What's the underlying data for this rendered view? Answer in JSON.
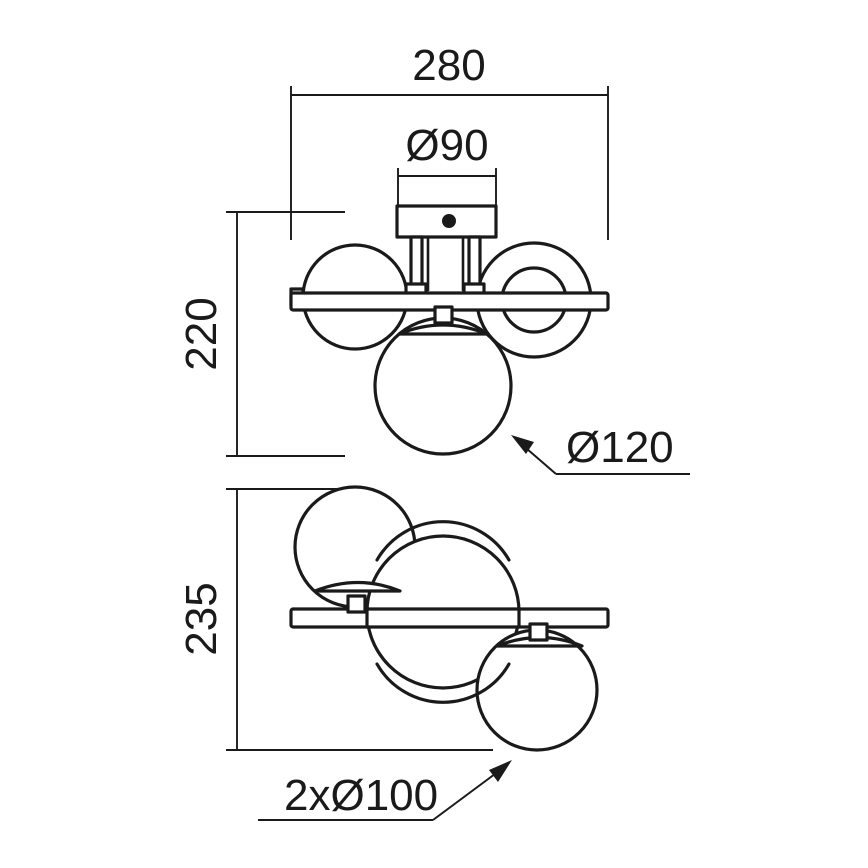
{
  "document": {
    "type": "technical-dimension-drawing",
    "subject": "wall-lamp-three-glass-globes",
    "background_color": "#ffffff",
    "line_color": "#1a1a1a"
  },
  "dimensions": {
    "width_overall": {
      "label": "280",
      "unit": "mm",
      "orientation": "horizontal",
      "view": "front"
    },
    "canopy_diameter": {
      "label": "Ø90",
      "unit": "mm",
      "orientation": "horizontal",
      "view": "front"
    },
    "height_front": {
      "label": "220",
      "unit": "mm",
      "orientation": "vertical-rotated",
      "view": "front"
    },
    "height_side": {
      "label": "235",
      "unit": "mm",
      "orientation": "vertical-rotated",
      "view": "side"
    },
    "large_globe_diameter": {
      "label": "Ø120",
      "unit": "mm",
      "orientation": "leader-callout",
      "view": "front"
    },
    "small_globe_diameter": {
      "label": "2xØ100",
      "unit": "mm",
      "orientation": "leader-callout",
      "view": "side"
    }
  },
  "views": [
    {
      "name": "front-view",
      "parts": [
        "ceiling-canopy-plate",
        "mounting-screw-dot",
        "support-rod-left",
        "support-rod-right",
        "horizontal-bar",
        "globe-left",
        "globe-right",
        "globe-bottom-large"
      ]
    },
    {
      "name": "side-view",
      "parts": [
        "horizontal-bar",
        "globe-upper-left",
        "globe-center-large",
        "globe-lower-right",
        "connector-left",
        "connector-right"
      ]
    }
  ]
}
